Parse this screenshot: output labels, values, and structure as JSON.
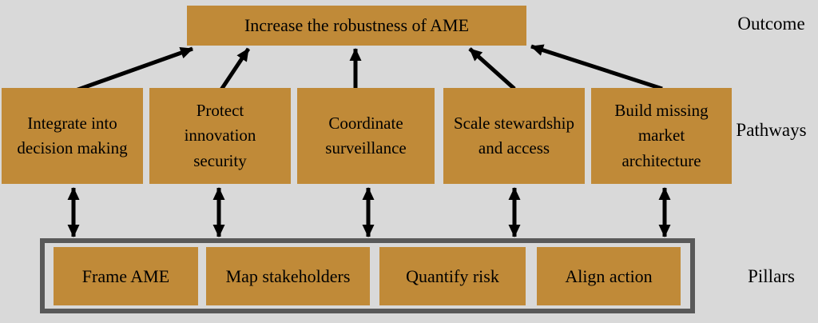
{
  "colors": {
    "background": "#d9d9d9",
    "box_fill": "#c08a38",
    "arrow": "#000000",
    "pillars_border": "#595959",
    "text": "#000000"
  },
  "outcome": {
    "label": "Increase the robustness of AME"
  },
  "row_labels": {
    "outcome": "Outcome",
    "pathways": "Pathways",
    "pillars": "Pillars"
  },
  "pathways": {
    "items": [
      {
        "label": "Integrate into decision making"
      },
      {
        "label": "Protect innovation security"
      },
      {
        "label": "Coordinate surveillance"
      },
      {
        "label": "Scale stewardship and access"
      },
      {
        "label": "Build missing market architecture"
      }
    ]
  },
  "pillars": {
    "items": [
      {
        "label": "Frame AME"
      },
      {
        "label": "Map stakeholders"
      },
      {
        "label": "Quantify risk"
      },
      {
        "label": "Align action"
      }
    ]
  }
}
